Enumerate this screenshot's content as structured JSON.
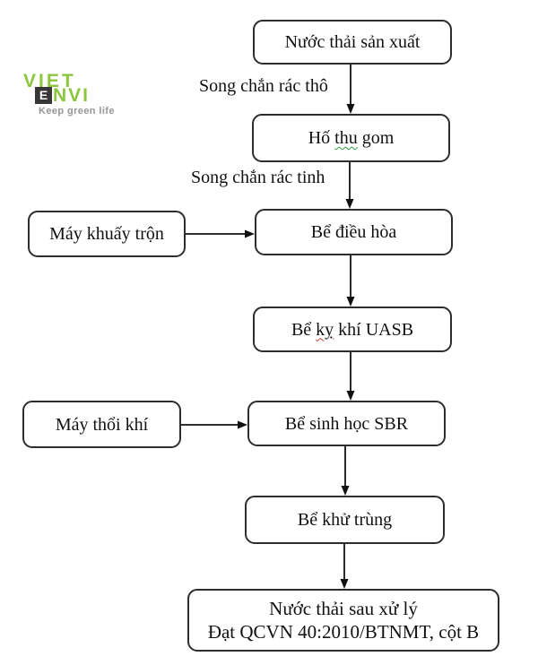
{
  "logo": {
    "word1": "VIET",
    "word2_first": "E",
    "word2_rest": "NVI",
    "tagline": "Keep green life",
    "brand_green": "#8cc63e",
    "mark_dark": "#373737",
    "tagline_gray": "#969696"
  },
  "diagram": {
    "title_implied": "",
    "nodes": {
      "source": "Nước thải sản xuất",
      "sump_pre": "Hố ",
      "sump_word": "thu",
      "sump_post": " gom",
      "equalization": "Bể điều hòa",
      "uasb_pre": "Bể ",
      "uasb_word": "kỵ",
      "uasb_post": " khí UASB",
      "sbr": "Bể sinh học SBR",
      "disinfection": "Bể khử trùng",
      "effluent_line1": "Nước thải sau xử lý",
      "effluent_line2": "Đạt QCVN 40:2010/BTNMT, cột B",
      "mixer": "Máy khuấy trộn",
      "blower": "Máy thổi khí"
    },
    "edge_labels": {
      "coarse_screen": "Song chắn rác thô",
      "fine_screen": "Song chắn rác tinh"
    },
    "edges": [
      {
        "from": "Nước thải sản xuất",
        "to": "Hố thu gom",
        "label": "Song chắn rác thô"
      },
      {
        "from": "Hố thu gom",
        "to": "Bể điều hòa",
        "label": "Song chắn rác tinh"
      },
      {
        "from": "Máy khuấy trộn",
        "to": "Bể điều hòa",
        "label": ""
      },
      {
        "from": "Bể điều hòa",
        "to": "Bể kỵ khí UASB",
        "label": ""
      },
      {
        "from": "Bể kỵ khí UASB",
        "to": "Bể sinh học SBR",
        "label": ""
      },
      {
        "from": "Máy thổi khí",
        "to": "Bể sinh học SBR",
        "label": ""
      },
      {
        "from": "Bể sinh học SBR",
        "to": "Bể khử trùng",
        "label": ""
      },
      {
        "from": "Bể khử trùng",
        "to": "Nước thải sau xử lý — Đạt QCVN 40:2010/BTNMT, cột B",
        "label": ""
      }
    ],
    "colors": {
      "box_border": "#2d2d2d",
      "arrow": "#111111",
      "spellcheck_green": "#2f9e44",
      "spellcheck_red": "#c0392b"
    }
  }
}
